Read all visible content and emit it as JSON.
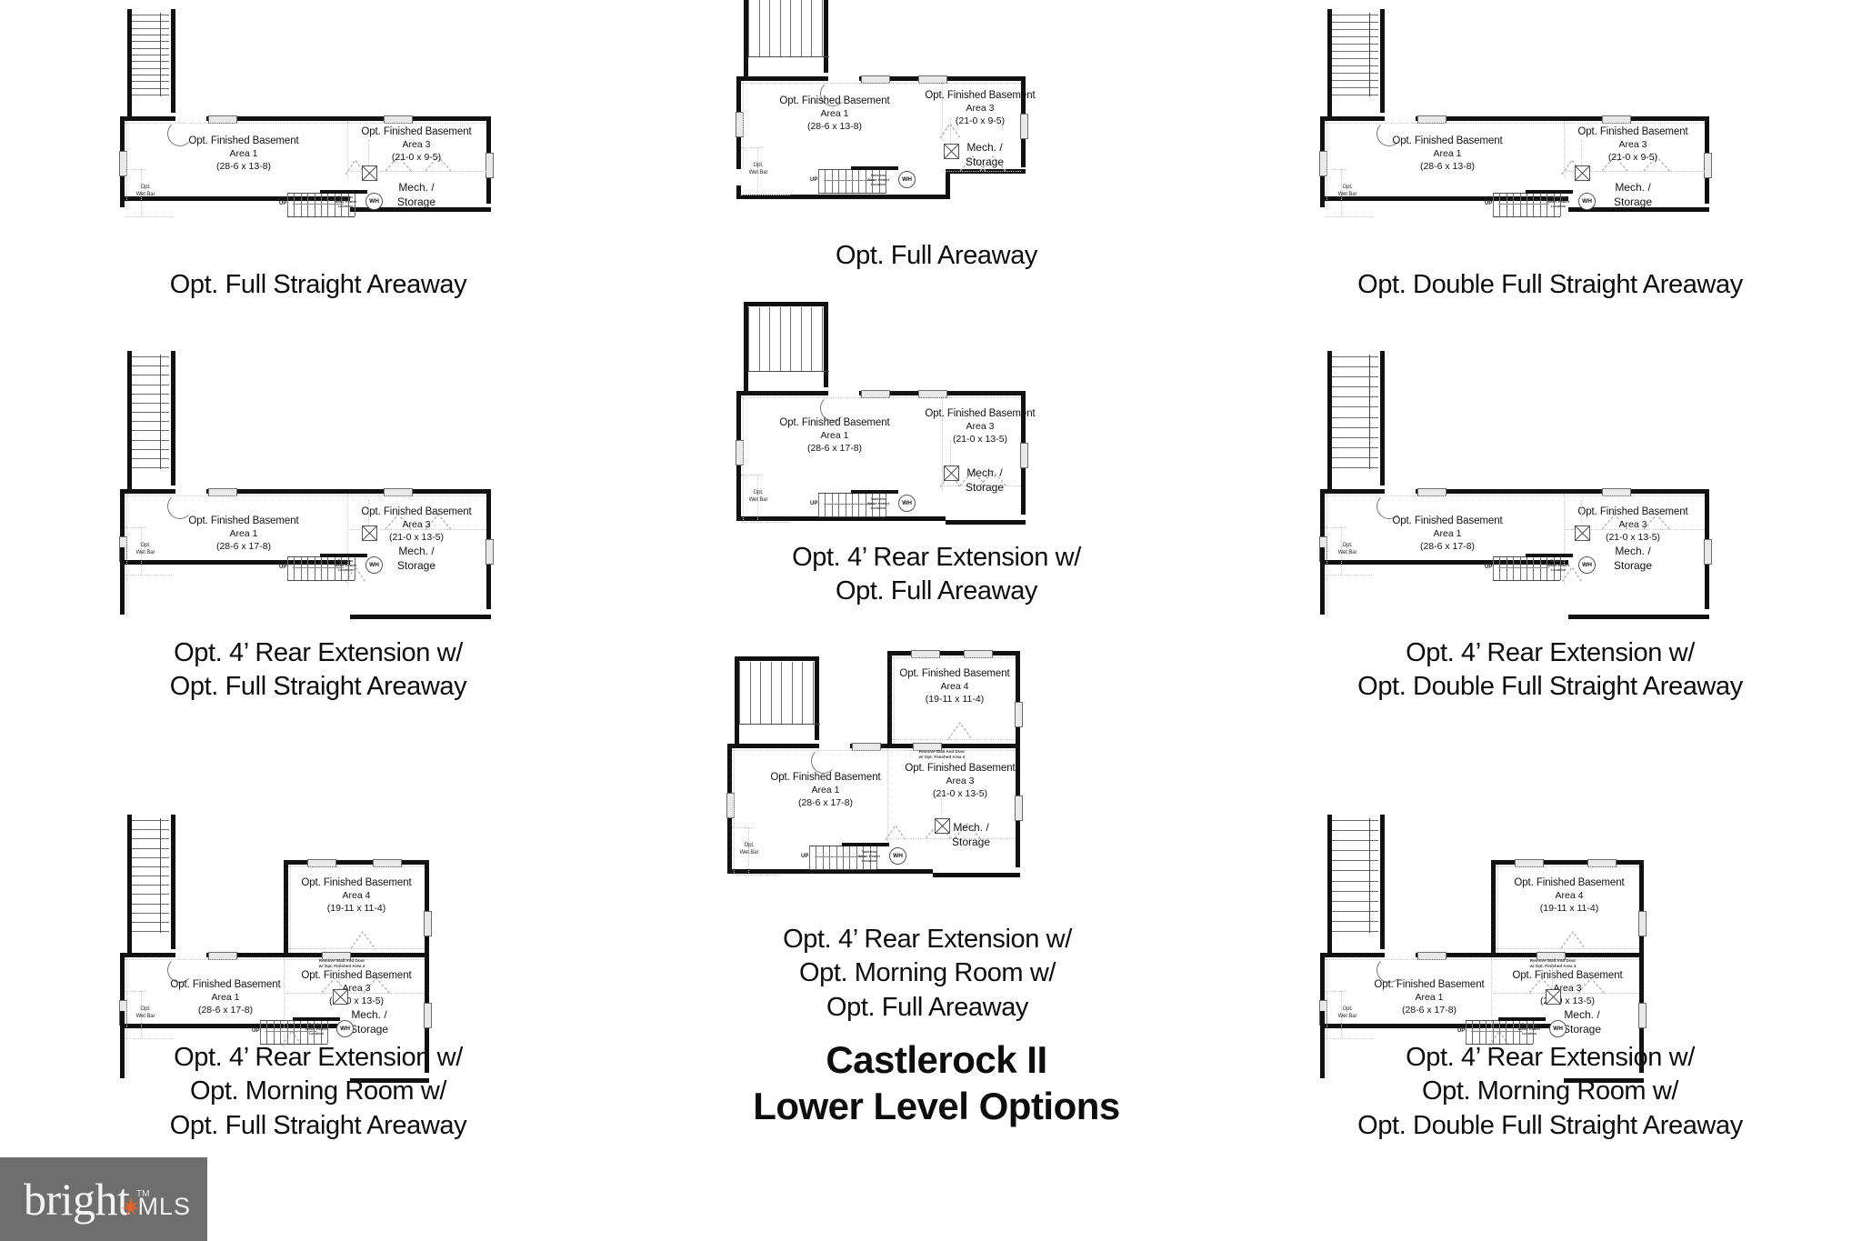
{
  "sheet": {
    "title_line1": "Castlerock II",
    "title_line2": "Lower Level Options"
  },
  "watermark": {
    "brand": "bright",
    "suffix": "MLS",
    "tm": "TM",
    "bg_color": "#6e6e6e",
    "spark_color": "#e8622a"
  },
  "labels": {
    "finished_basement": "Opt. Finished Basement",
    "area1": "Area 1",
    "area3": "Area 3",
    "area4": "Area 4",
    "mech_storage_l1": "Mech. /",
    "mech_storage_l2": "Storage",
    "wet_bar_l1": "Opt.",
    "wet_bar_l2": "Wet Bar",
    "water_heater": "WH",
    "stair_up": "UP",
    "wh_note_l1": "Tankless",
    "wh_note_l2": "Water Heater",
    "wh_note_l3": "Location",
    "remove_wall_l1": "Remove Wall And Door",
    "remove_wall_l2": "w/ Opt. Finished Area 4",
    "dim_28_6x13_8": "(28-6 x 13-8)",
    "dim_28_6x17_8": "(28-6 x 17-8)",
    "dim_21_0x9_5": "(21-0 x 9-5)",
    "dim_21_0x13_5": "(21-0 x 13-5)",
    "dim_19_11x11_4": "(19-11 x 11-4)"
  },
  "plans": [
    {
      "id": "full-straight-areaway",
      "caption": [
        "Opt. Full Straight Areaway"
      ],
      "area1_dim": "(28-6 x 13-8)",
      "area3_dim": "(21-0 x 9-5)",
      "has_area4": false,
      "areaway": "straight",
      "rear_extension": false,
      "morning_room": false
    },
    {
      "id": "full-areaway",
      "caption": [
        "Opt. Full Areaway"
      ],
      "area1_dim": "(28-6 x 13-8)",
      "area3_dim": "(21-0 x 9-5)",
      "has_area4": false,
      "areaway": "full",
      "rear_extension": false,
      "morning_room": false
    },
    {
      "id": "double-full-straight-areaway",
      "caption": [
        "Opt. Double Full Straight Areaway"
      ],
      "area1_dim": "(28-6 x 13-8)",
      "area3_dim": "(21-0 x 9-5)",
      "has_area4": false,
      "areaway": "double-straight",
      "rear_extension": false,
      "morning_room": false
    },
    {
      "id": "rear-ext-full-straight-areaway",
      "caption": [
        "Opt. 4’ Rear Extension w/",
        "Opt. Full Straight Areaway"
      ],
      "area1_dim": "(28-6 x 17-8)",
      "area3_dim": "(21-0 x 13-5)",
      "has_area4": false,
      "areaway": "straight",
      "rear_extension": true,
      "morning_room": false
    },
    {
      "id": "rear-ext-full-areaway",
      "caption": [
        "Opt. 4’ Rear Extension w/",
        "Opt. Full Areaway"
      ],
      "area1_dim": "(28-6 x 17-8)",
      "area3_dim": "(21-0 x 13-5)",
      "has_area4": false,
      "areaway": "full",
      "rear_extension": true,
      "morning_room": false
    },
    {
      "id": "rear-ext-double-full-straight-areaway",
      "caption": [
        "Opt. 4’ Rear Extension w/",
        "Opt. Double Full Straight Areaway"
      ],
      "area1_dim": "(28-6 x 17-8)",
      "area3_dim": "(21-0 x 13-5)",
      "has_area4": false,
      "areaway": "double-straight",
      "rear_extension": true,
      "morning_room": false
    },
    {
      "id": "rear-ext-morning-full-straight-areaway",
      "caption": [
        "Opt. 4’ Rear Extension w/",
        "Opt. Morning Room w/",
        "Opt. Full Straight Areaway"
      ],
      "area1_dim": "(28-6 x 17-8)",
      "area3_dim": "(21-0 x 13-5)",
      "area4_dim": "(19-11 x 11-4)",
      "has_area4": true,
      "areaway": "straight",
      "rear_extension": true,
      "morning_room": true
    },
    {
      "id": "rear-ext-morning-full-areaway",
      "caption": [
        "Opt. 4’ Rear Extension w/",
        "Opt. Morning Room w/",
        "Opt. Full Areaway"
      ],
      "area1_dim": "(28-6 x 17-8)",
      "area3_dim": "(21-0 x 13-5)",
      "area4_dim": "(19-11 x 11-4)",
      "has_area4": true,
      "areaway": "full",
      "rear_extension": true,
      "morning_room": true
    },
    {
      "id": "rear-ext-morning-double-full-straight-areaway",
      "caption": [
        "Opt. 4’ Rear Extension w/",
        "Opt. Morning Room w/",
        "Opt. Double Full Straight Areaway"
      ],
      "area1_dim": "(28-6 x 17-8)",
      "area3_dim": "(21-0 x 13-5)",
      "area4_dim": "(19-11 x 11-4)",
      "has_area4": true,
      "areaway": "double-straight",
      "rear_extension": true,
      "morning_room": true
    }
  ]
}
